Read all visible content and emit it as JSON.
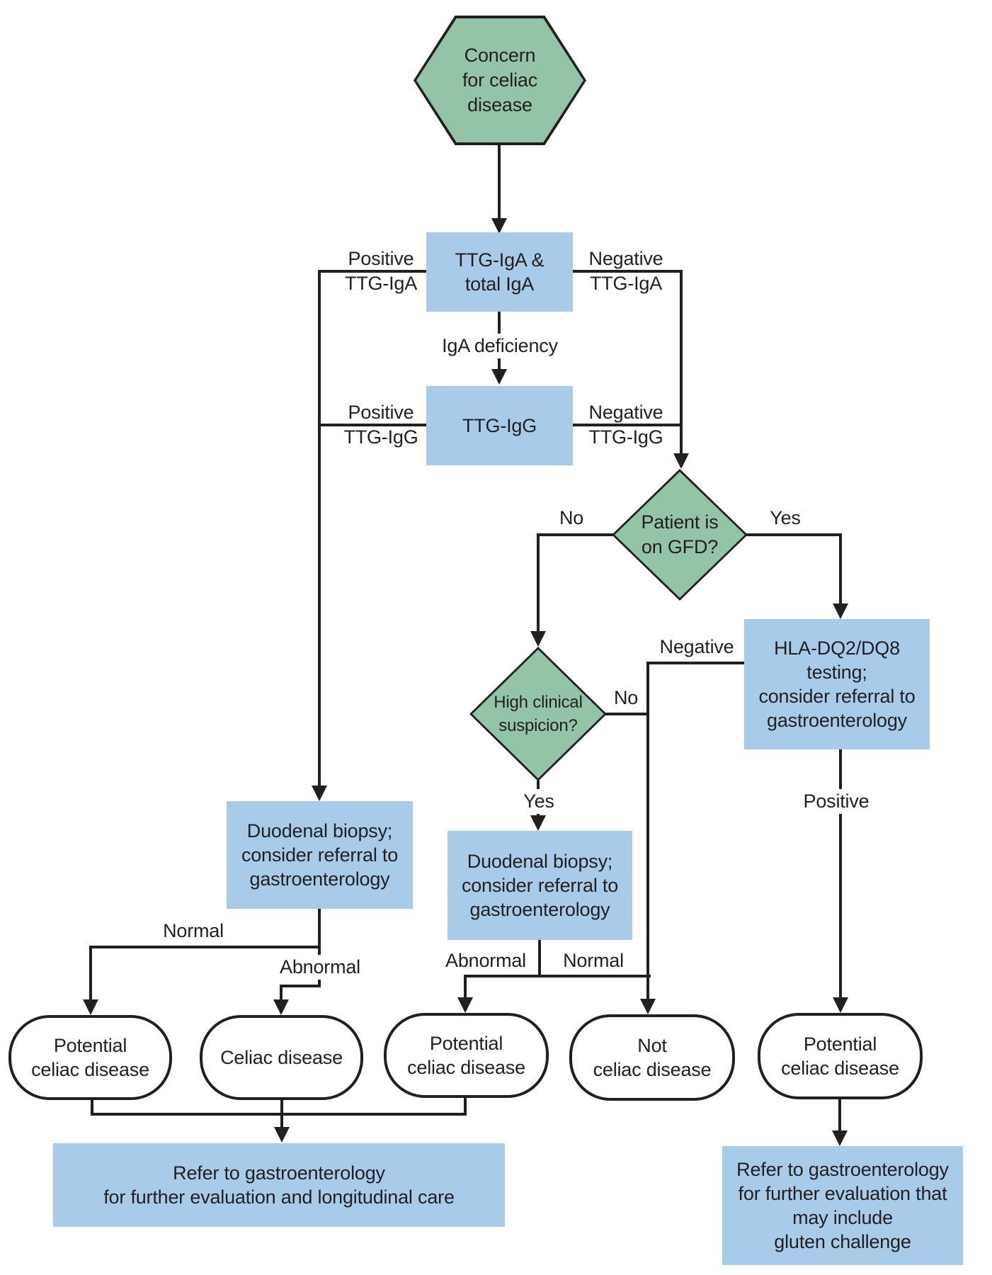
{
  "colors": {
    "green": "#93c4a8",
    "blue": "#a7cbe9",
    "line": "#231f20",
    "text": "#231f20",
    "background": "#ffffff"
  },
  "nodes": {
    "concern": "Concern\nfor celiac\ndisease",
    "ttg_iga": "TTG-IgA &\ntotal IgA",
    "ttg_igg": "TTG-IgG",
    "gfd": "Patient is\non GFD?",
    "suspicion": "High clinical\nsuspicion?",
    "hla": "HLA-DQ2/DQ8\ntesting;\nconsider referral to\ngastroenterology",
    "biopsy_left": "Duodenal biopsy;\nconsider referral to\ngastroenterology",
    "biopsy_mid": "Duodenal biopsy;\nconsider referral to\ngastroenterology",
    "result_potential_1": "Potential\nceliac disease",
    "result_celiac": "Celiac disease",
    "result_potential_2": "Potential\nceliac disease",
    "result_not": "Not\nceliac disease",
    "result_potential_3": "Potential\nceliac disease",
    "refer_left": "Refer to gastroenterology\nfor further evaluation and longitudinal care",
    "refer_right": "Refer to gastroenterology\nfor further evaluation that\nmay include\ngluten challenge"
  },
  "labels": {
    "positive_ttg_iga": "Positive\nTTG-IgA",
    "negative_ttg_iga": "Negative\nTTG-IgA",
    "iga_deficiency": "IgA deficiency",
    "positive_ttg_igg": "Positive\nTTG-IgG",
    "negative_ttg_igg": "Negative\nTTG-IgG",
    "gfd_no": "No",
    "gfd_yes": "Yes",
    "hla_negative": "Negative",
    "suspicion_no": "No",
    "suspicion_yes": "Yes",
    "hla_positive": "Positive",
    "biopsy_left_normal": "Normal",
    "biopsy_left_abnormal": "Abnormal",
    "biopsy_mid_abnormal": "Abnormal",
    "biopsy_mid_normal": "Normal"
  }
}
